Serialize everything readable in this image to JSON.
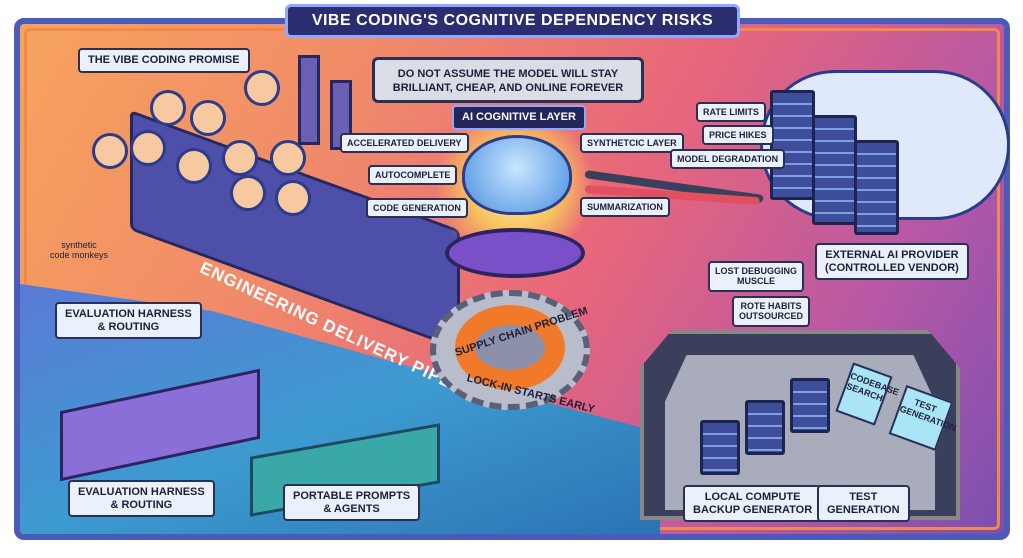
{
  "title": "VIBE CODING'S COGNITIVE DEPENDENCY RISKS",
  "warning": {
    "line1": "DO NOT ASSUME THE MODEL WILL STAY",
    "line2": "BRILLIANT, CHEAP, AND ONLINE FOREVER"
  },
  "promise": "THE VIBE CODING PROMISE",
  "monkeys": {
    "line1": "synthetic",
    "line2": "code monkeys"
  },
  "pipeline": "ENGINEERING DELIVERY PIPELINE",
  "ai_layer": {
    "title": "AI COGNITIVE LAYER",
    "labels": [
      "ACCELERATED DELIVERY",
      "SYNTHETCIC LAYER",
      "AUTOCOMPLETE",
      "CODE GENERATION",
      "SUMMARIZATION"
    ]
  },
  "vendor_risks": [
    "RATE LIMITS",
    "PRICE HIKES",
    "MODEL DEGRADATION"
  ],
  "provider": {
    "line1": "EXTERNAL AI PROVIDER",
    "line2": "(CONTROLLED VENDOR)"
  },
  "eval_top": {
    "line1": "EVALUATION HARNESS",
    "line2": "& ROUTING"
  },
  "eval_bottom": {
    "line1": "EVALUATION HARNESS",
    "line2": "& ROUTING"
  },
  "gear": {
    "top": "SUPPLY CHAIN PROBLEM",
    "bottom": "LOCK-IN STARTS EARLY"
  },
  "erosion": [
    {
      "line1": "LOST DEBUGGING",
      "line2": "MUSCLE"
    },
    {
      "line1": "ROTE HABITS",
      "line2": "OUTSOURCED"
    }
  ],
  "portable": {
    "line1": "PORTABLE PROMPTS",
    "line2": "& AGENTS"
  },
  "local": {
    "screen1": {
      "line1": "CODEBASE",
      "line2": "SEARCH"
    },
    "screen2": {
      "line1": "TEST",
      "line2": "GENERATION"
    },
    "backup": {
      "line1": "LOCAL COMPUTE",
      "line2": "BACKUP GENERATOR"
    },
    "test": {
      "line1": "TEST",
      "line2": "GENERATION"
    }
  }
}
